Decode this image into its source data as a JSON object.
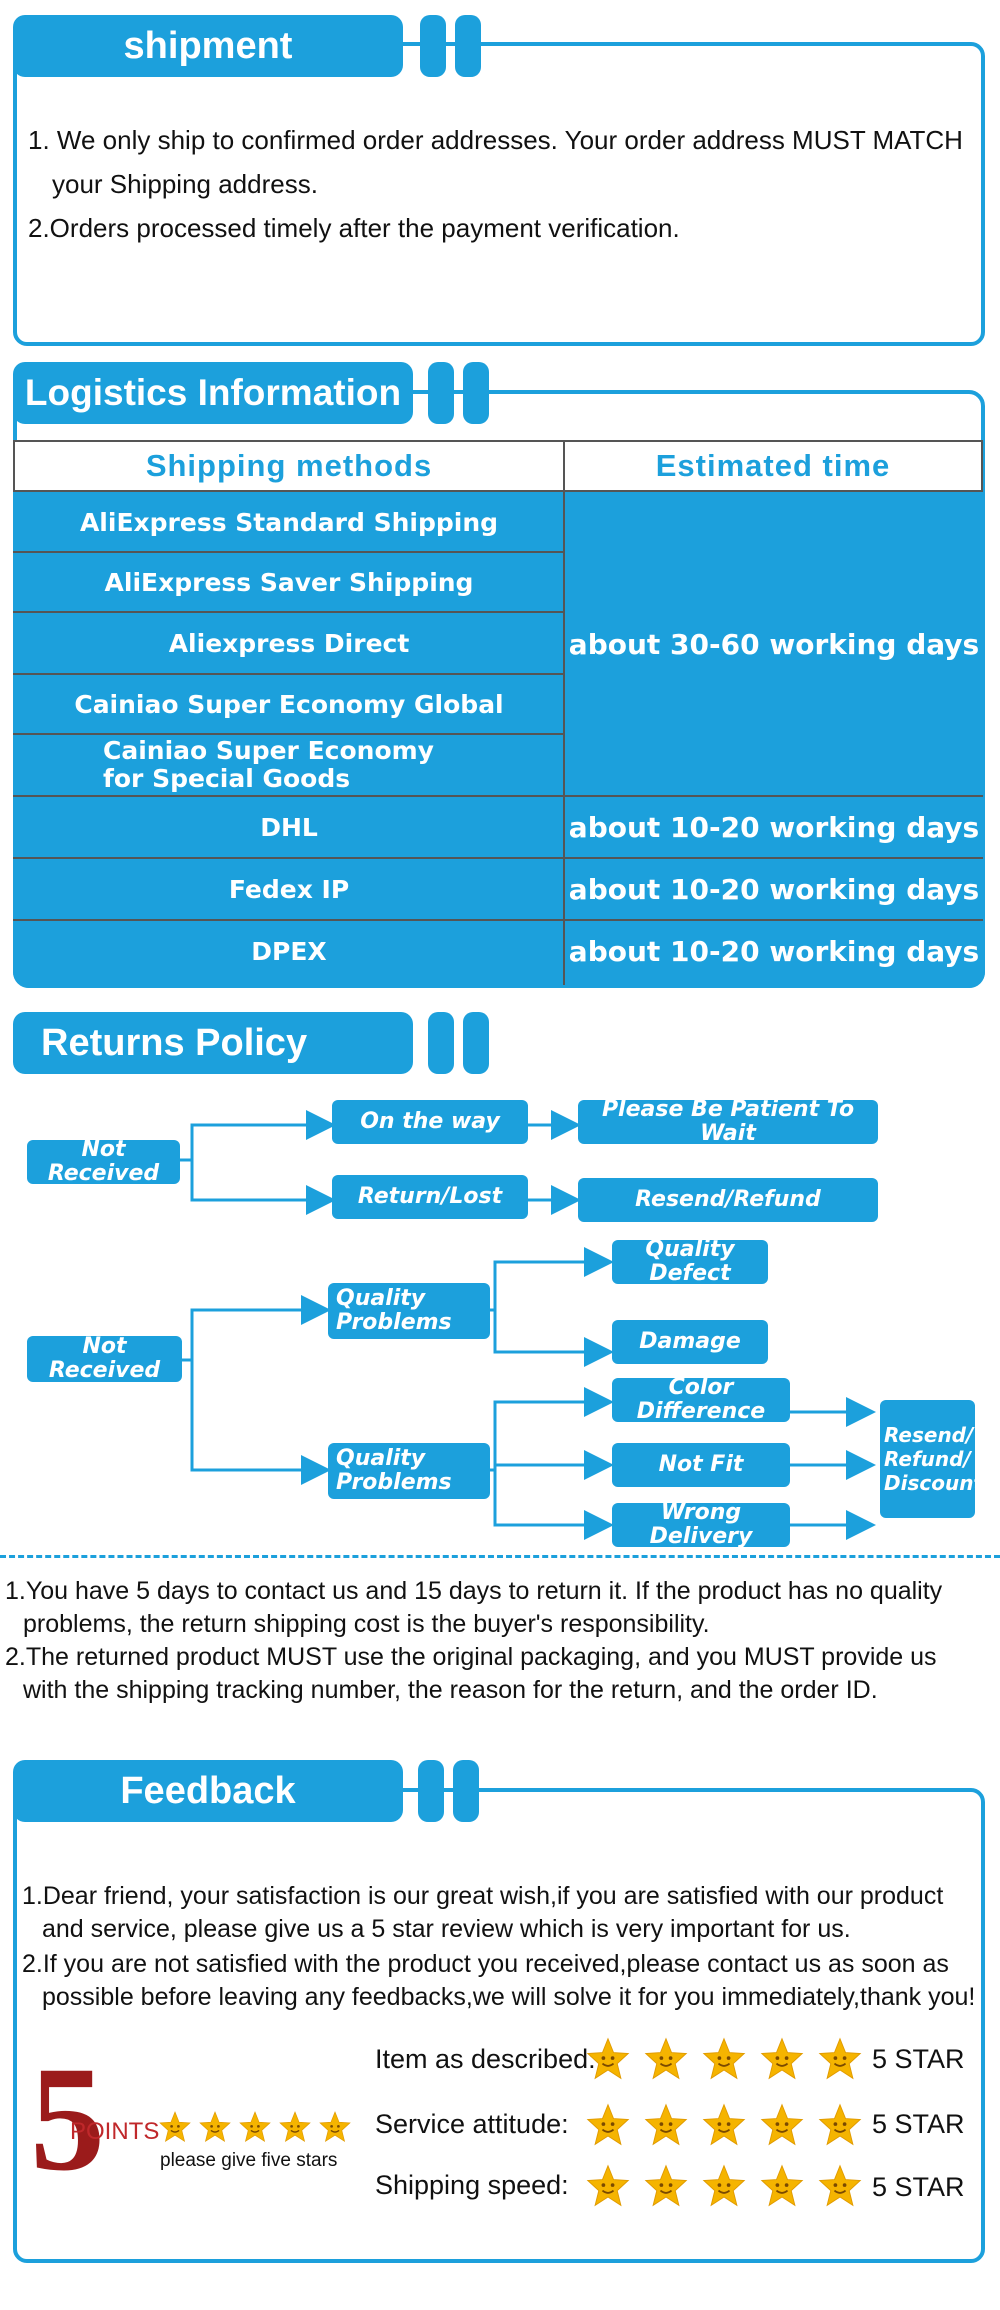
{
  "shipment": {
    "title": "shipment",
    "lines": [
      "1. We only ship to confirmed order addresses. Your order address MUST MATCH",
      "your Shipping address.",
      "2.Orders processed timely after the payment verification."
    ]
  },
  "logistics": {
    "title": "Logistics Information",
    "header_methods": "Shipping  methods",
    "header_time": "Estimated  time",
    "methods": [
      "AliExpress  Standard  Shipping",
      "AliExpress  Saver  Shipping",
      "Aliexpress  Direct",
      "Cainiao  Super  Economy  Global",
      "Cainiao  Super  Economy  for Special  Goods",
      "DHL",
      "Fedex  IP",
      "DPEX"
    ],
    "times": [
      "about 30-60 working days",
      "about 10-20 working days",
      "about 10-20 working days",
      "about 10-20 working days"
    ]
  },
  "returns": {
    "title": "Returns Policy",
    "flow1": {
      "root": "Not Received",
      "branch_a": "On the way",
      "result_a": "Please Be Patient To Wait",
      "branch_b": "Return/Lost",
      "result_b": "Resend/Refund"
    },
    "flow2": {
      "root": "Not Received",
      "q1": "Quality Problems",
      "q1_a": "Quality Defect",
      "q1_b": "Damage",
      "q2": "Quality Problems",
      "q2_a": "Color Difference",
      "q2_b": "Not Fit",
      "q2_c": "Wrong Delivery",
      "result": "Resend/ Refund/ Discount"
    },
    "notes": [
      "1.You have 5 days to contact us and 15 days to return it. If the product has no quality",
      "problems, the return shipping cost is the buyer's responsibility.",
      "2.The returned product MUST use the original packaging, and you MUST provide us",
      "with the shipping tracking number, the reason for the return, and the order ID."
    ]
  },
  "feedback": {
    "title": "Feedback",
    "lines": [
      "1.Dear friend, your satisfaction is our great wish,if you are satisfied with our product",
      "and service, please give us a 5 star review which is very important for us.",
      "2.If you are not satisfied with the product you received,please contact us as soon as",
      "possible before leaving any feedbacks,we will solve it for you immediately,thank you!"
    ],
    "badge_number": "5",
    "badge_points": "POINTS",
    "badge_caption": "please give five stars",
    "ratings": [
      {
        "label": "Item as described:",
        "value": "5 STAR",
        "stars": 5
      },
      {
        "label": "Service attitude:",
        "value": "5 STAR",
        "stars": 5
      },
      {
        "label": "Shipping speed:",
        "value": "5 STAR",
        "stars": 5
      }
    ]
  },
  "colors": {
    "accent": "#1ca0dc",
    "badge_red": "#9b1b1b",
    "star_yellow": "#f5b400"
  }
}
